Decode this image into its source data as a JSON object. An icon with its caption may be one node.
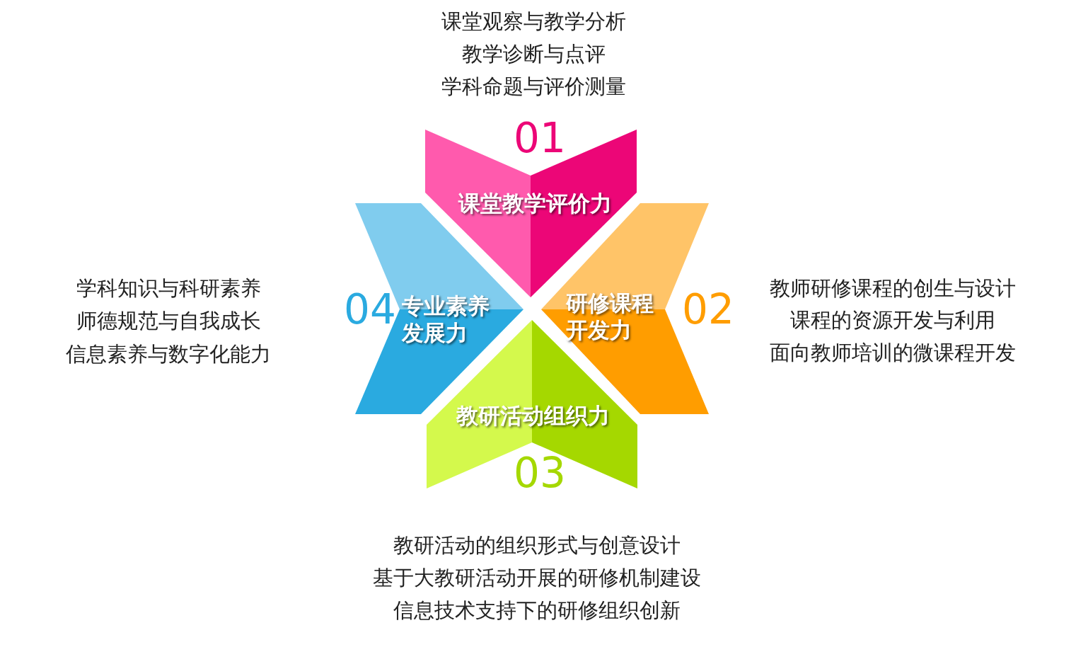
{
  "diagram": {
    "nodes": [
      {
        "text": [
          "课堂教学评价力"
        ],
        "beside": [
          "01",
          "课堂观察与教学分析",
          "教学诊断与点评",
          "学科命题与评价测量"
        ]
      },
      {
        "text": [
          "研修课程开发力"
        ],
        "beside": [
          "02",
          "教师研修课程的创生与设计",
          "课程的资源开发与利用",
          "面向教师培训的微课程开发"
        ]
      },
      {
        "text": [
          "教研活动组织力"
        ],
        "beside": [
          "03",
          "教研活动的组织形式与创意设计",
          "基于大教研活动开展的研修机制建设",
          "信息技术支持下的研修组织创新"
        ]
      },
      {
        "text": [
          "专业素养发展力"
        ],
        "beside": [
          "04",
          "学科知识与科研素养",
          "师德规范与自我成长",
          "信息素养与数字化能力"
        ]
      }
    ]
  }
}
